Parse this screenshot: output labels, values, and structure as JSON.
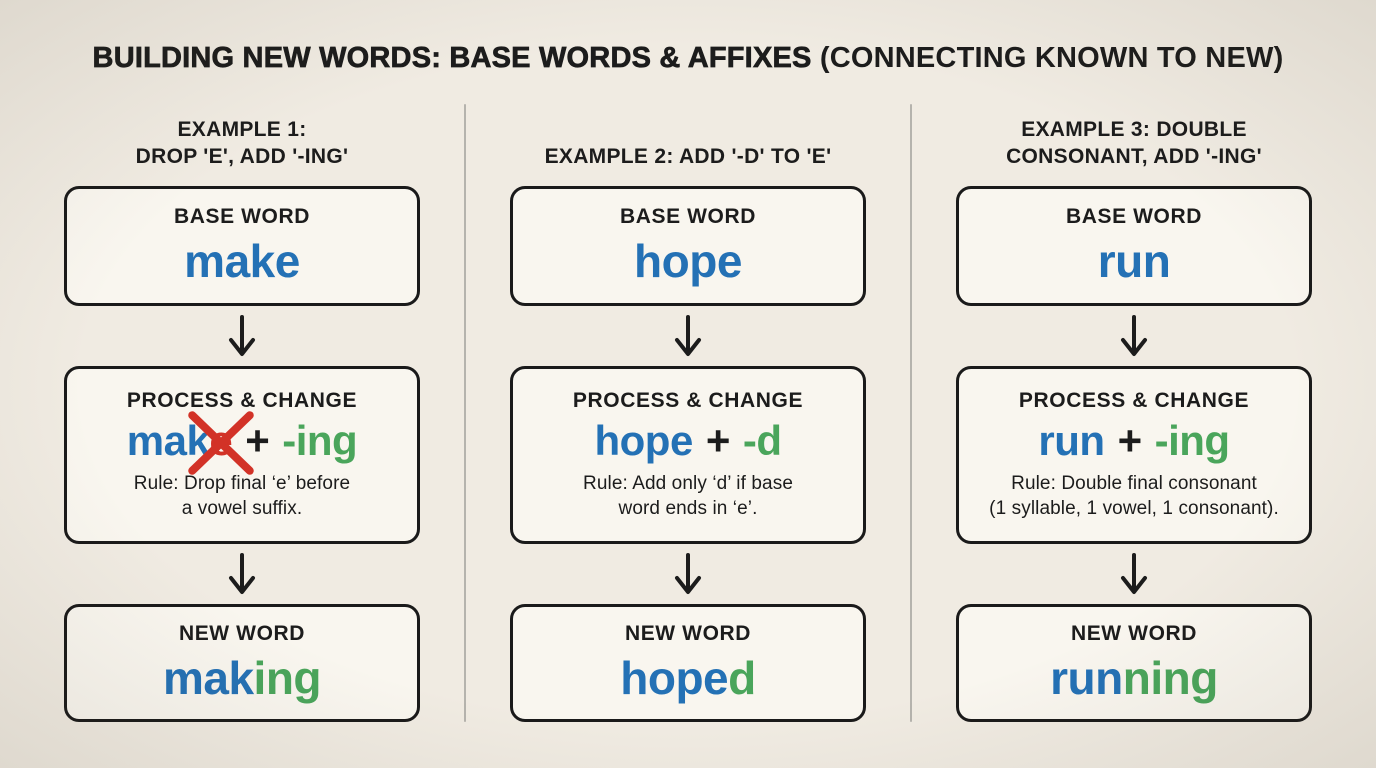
{
  "title": {
    "main": "BUILDING NEW WORDS: BASE WORDS & AFFIXES",
    "paren": " (CONNECTING KNOWN TO NEW)"
  },
  "colors": {
    "background": "#f0ebe2",
    "box_fill": "#f9f6ef",
    "box_border": "#1a1a1a",
    "text_black": "#1c1c1c",
    "base_word_blue": "#2471b5",
    "suffix_green": "#4aa55b",
    "dropped_letter_red": "#d23227",
    "divider_gray": "#b5b3ad"
  },
  "columns": [
    {
      "example_title_line1": "EXAMPLE 1:",
      "example_title_line2": "DROP 'E', ADD '-ING'",
      "base": {
        "label": "BASE WORD",
        "word": "make"
      },
      "process": {
        "label": "PROCESS & CHANGE",
        "word_kept": "mak",
        "word_dropped": "e",
        "operator": "+",
        "suffix": "-ing",
        "rule_line1": "Rule: Drop final ‘e’ before",
        "rule_line2": "a vowel suffix."
      },
      "result": {
        "label": "NEW WORD",
        "word_base": "mak",
        "word_suffix": "ing"
      }
    },
    {
      "example_title_line1": "",
      "example_title_line2": "EXAMPLE 2: ADD '-D' TO 'E'",
      "base": {
        "label": "BASE WORD",
        "word": "hope"
      },
      "process": {
        "label": "PROCESS & CHANGE",
        "word_kept": "hope",
        "operator": "+",
        "suffix": "-d",
        "rule_line1": "Rule: Add only ‘d’ if base",
        "rule_line2": "word ends in ‘e’."
      },
      "result": {
        "label": "NEW WORD",
        "word_base": "hope",
        "word_suffix": "d"
      }
    },
    {
      "example_title_line1": "EXAMPLE 3: DOUBLE",
      "example_title_line2": "CONSONANT, ADD '-ING'",
      "base": {
        "label": "BASE WORD",
        "word": "run"
      },
      "process": {
        "label": "PROCESS & CHANGE",
        "word_kept": "run",
        "operator": "+",
        "suffix": "-ing",
        "rule_line1": "Rule: Double final consonant",
        "rule_line2": "(1 syllable, 1 vowel, 1 consonant)."
      },
      "result": {
        "label": "NEW WORD",
        "word_base": "run",
        "word_suffix": "ning"
      }
    }
  ]
}
